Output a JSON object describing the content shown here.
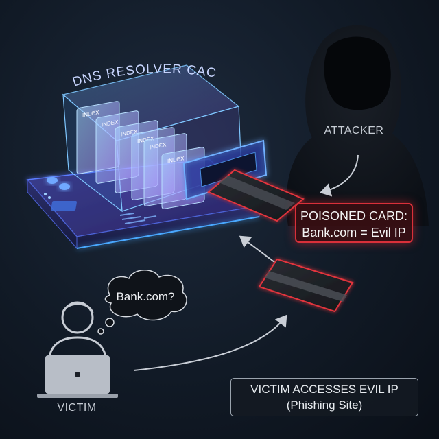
{
  "title": "DNS RESOLVER CACHE",
  "cache": {
    "record_labels": [
      "INDEX",
      "INDEX",
      "INDEX",
      "INDEX",
      "INDEX",
      "INDEX"
    ]
  },
  "attacker": {
    "label": "ATTACKER"
  },
  "poisoned_card": {
    "line1": "POISONED CARD:",
    "line2": "Bank.com = Evil IP"
  },
  "victim": {
    "label": "VICTIM",
    "thought": "Bank.com?",
    "result_line1": "VICTIM ACCESSES EVIL IP",
    "result_line2": "(Phishing Site)"
  },
  "colors": {
    "background": "#111a26",
    "cache_glow": "#4aa8ff",
    "accent_purple": "#8a5cff",
    "danger_red": "#d9303a"
  }
}
